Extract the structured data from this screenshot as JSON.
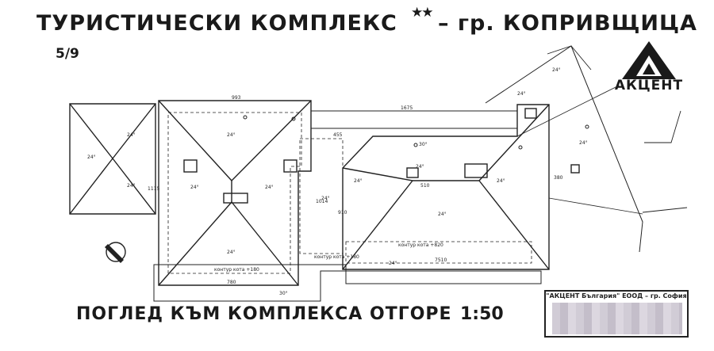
{
  "header": {
    "title": "ТУРИСТИЧЕСКИ КОМПЛЕКС",
    "stars": "★★",
    "town": "– гр. КОПРИВЩИЦА",
    "sheet_number": "5/9"
  },
  "logo": {
    "name": "АКЦЕНТ"
  },
  "caption": {
    "text": "ПОГЛЕД КЪМ КОМПЛЕКСА ОТГОРЕ",
    "scale": "1:50"
  },
  "stamp": {
    "company": "\"АКЦЕНТ България\" ЕООД – гр. София"
  },
  "plan": {
    "slopes": [
      "24°",
      "24°",
      "24°",
      "24°",
      "24°",
      "24°",
      "24°",
      "24°",
      "24°",
      "24°",
      "24°",
      "24°",
      "24°",
      "30°",
      "24°",
      "30°",
      "24°",
      "24°"
    ],
    "dimensions": [
      "993",
      "1675",
      "455",
      "510",
      "780",
      "1115",
      "1014",
      "7510",
      "910",
      "380"
    ],
    "notes": [
      "контур кота +180",
      "контур кота +180",
      "контур кота +820"
    ]
  }
}
